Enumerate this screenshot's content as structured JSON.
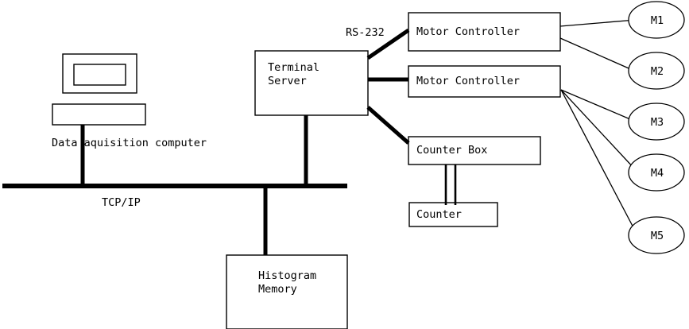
{
  "diagram": {
    "title": "Data acquisition system block diagram",
    "background_color": "#ffffff",
    "line_color": "#000000",
    "nodes": {
      "computer_monitor": {
        "label": ""
      },
      "computer_base": {
        "label": ""
      },
      "computer_caption": {
        "label": "Data aquisition computer"
      },
      "terminal_server": {
        "label": "Terminal\nServer",
        "line1": "Terminal",
        "line2": "Server"
      },
      "motor_controller_1": {
        "label": "Motor Controller"
      },
      "motor_controller_2": {
        "label": "Motor Controller"
      },
      "counter_box": {
        "label": "Counter Box"
      },
      "counter": {
        "label": "Counter"
      },
      "histogram_memory": {
        "label": "Histogram\nMemory",
        "line1": "Histogram",
        "line2": "Memory"
      },
      "motor_1": {
        "label": "M1"
      },
      "motor_2": {
        "label": "M2"
      },
      "motor_3": {
        "label": "M3"
      },
      "motor_4": {
        "label": "M4"
      },
      "motor_5": {
        "label": "M5"
      }
    },
    "links": {
      "rs232": {
        "label": "RS-232"
      },
      "network_bus": {
        "label": "TCP/IP"
      }
    }
  }
}
